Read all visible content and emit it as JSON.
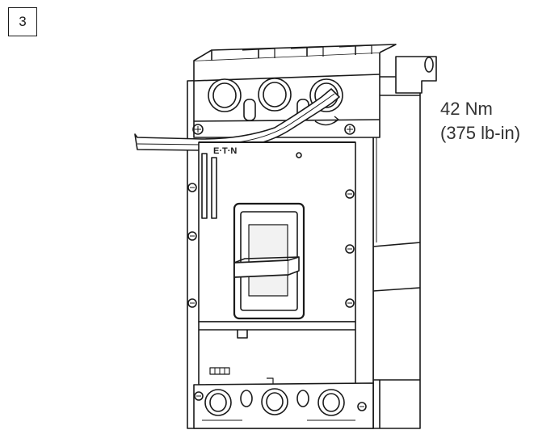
{
  "step": {
    "number": "3"
  },
  "breaker": {
    "brand": "E·T·N"
  },
  "torque": {
    "metric": "42 Nm",
    "imperial": "(375 lb-in)"
  },
  "colors": {
    "line": "#1a1a1a",
    "fill": "#ffffff",
    "shade": "#f2f2f2"
  }
}
